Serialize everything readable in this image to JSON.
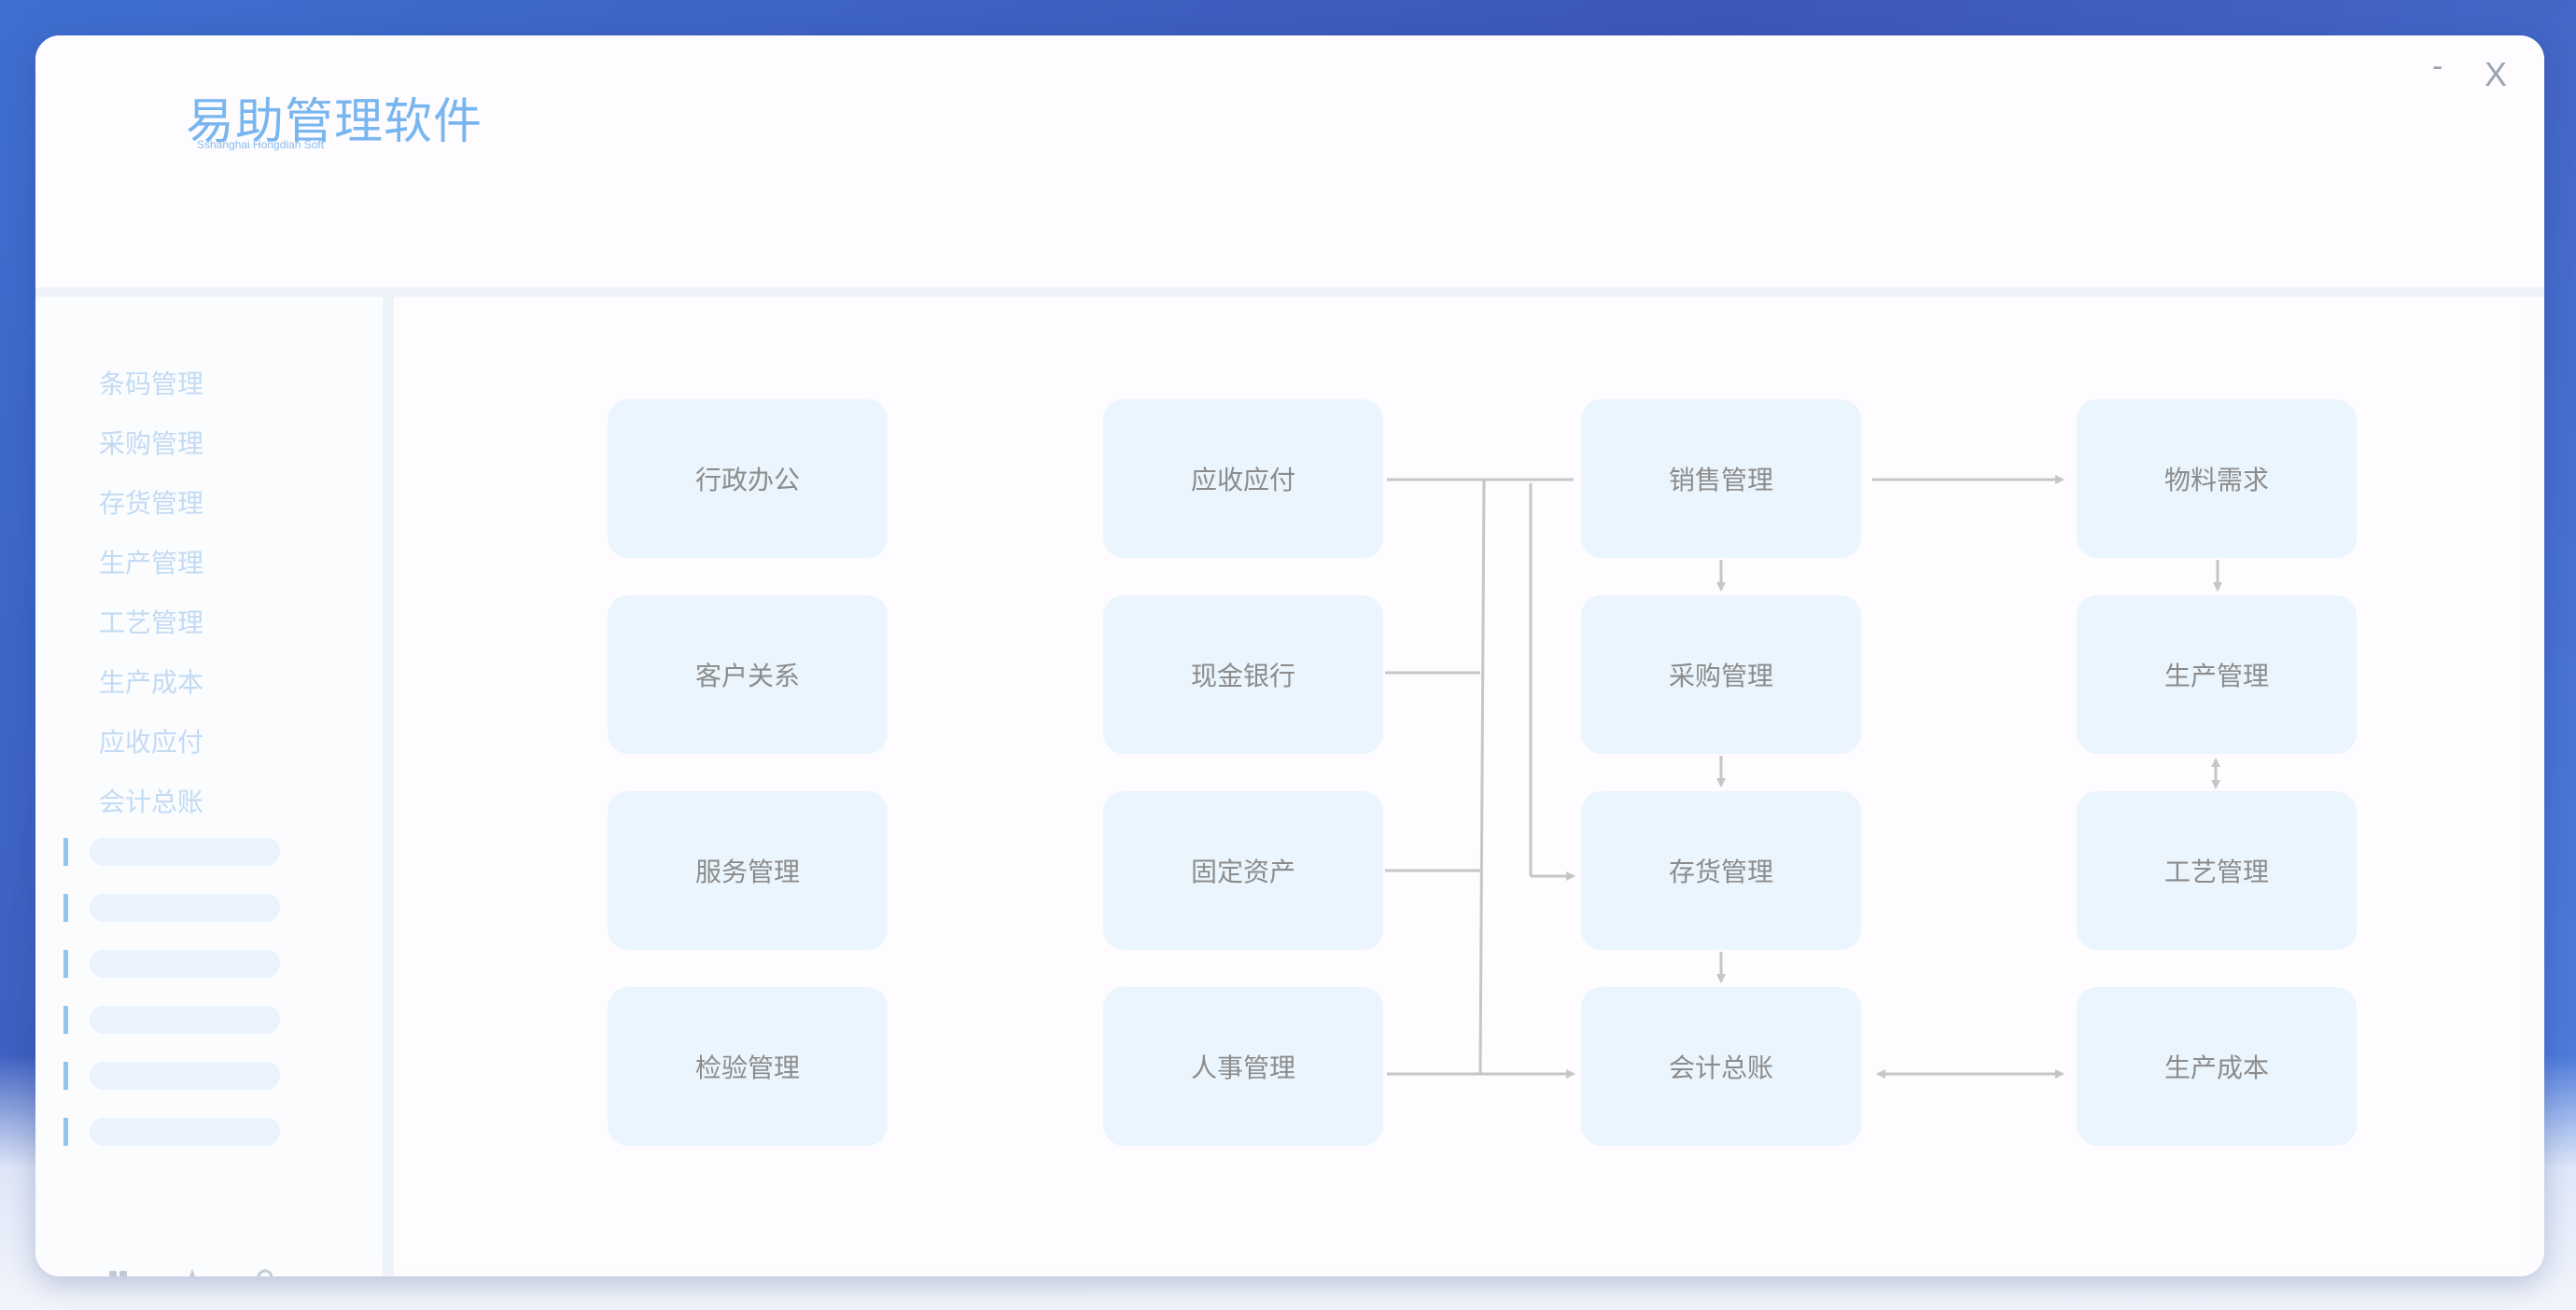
{
  "app": {
    "title": "易助管理软件",
    "subtitle": "Sshanghai Hongdian Soft"
  },
  "window_controls": {
    "minimize": "-",
    "close": "X"
  },
  "sidebar": {
    "items": [
      {
        "label": "条码管理"
      },
      {
        "label": "采购管理"
      },
      {
        "label": "存货管理"
      },
      {
        "label": "生产管理"
      },
      {
        "label": "工艺管理"
      },
      {
        "label": "生产成本"
      },
      {
        "label": "应收应付"
      },
      {
        "label": "会计总账"
      }
    ],
    "footer_icons": [
      "grid-icon",
      "star-icon",
      "search-icon"
    ]
  },
  "modules": {
    "col1": [
      {
        "label": "行政办公"
      },
      {
        "label": "客户关系"
      },
      {
        "label": "服务管理"
      },
      {
        "label": "检验管理"
      }
    ],
    "col2": [
      {
        "label": "应收应付"
      },
      {
        "label": "现金银行"
      },
      {
        "label": "固定资产"
      },
      {
        "label": "人事管理"
      }
    ],
    "col3": [
      {
        "label": "销售管理"
      },
      {
        "label": "采购管理"
      },
      {
        "label": "存货管理"
      },
      {
        "label": "会计总账"
      }
    ],
    "col4": [
      {
        "label": "物料需求"
      },
      {
        "label": "生产管理"
      },
      {
        "label": "工艺管理"
      },
      {
        "label": "生产成本"
      }
    ]
  },
  "colors": {
    "accent": "#79b6f0",
    "card_bg": "#eaf5fd",
    "card_text": "#8c8c8c",
    "connector": "#c6c6c6"
  }
}
